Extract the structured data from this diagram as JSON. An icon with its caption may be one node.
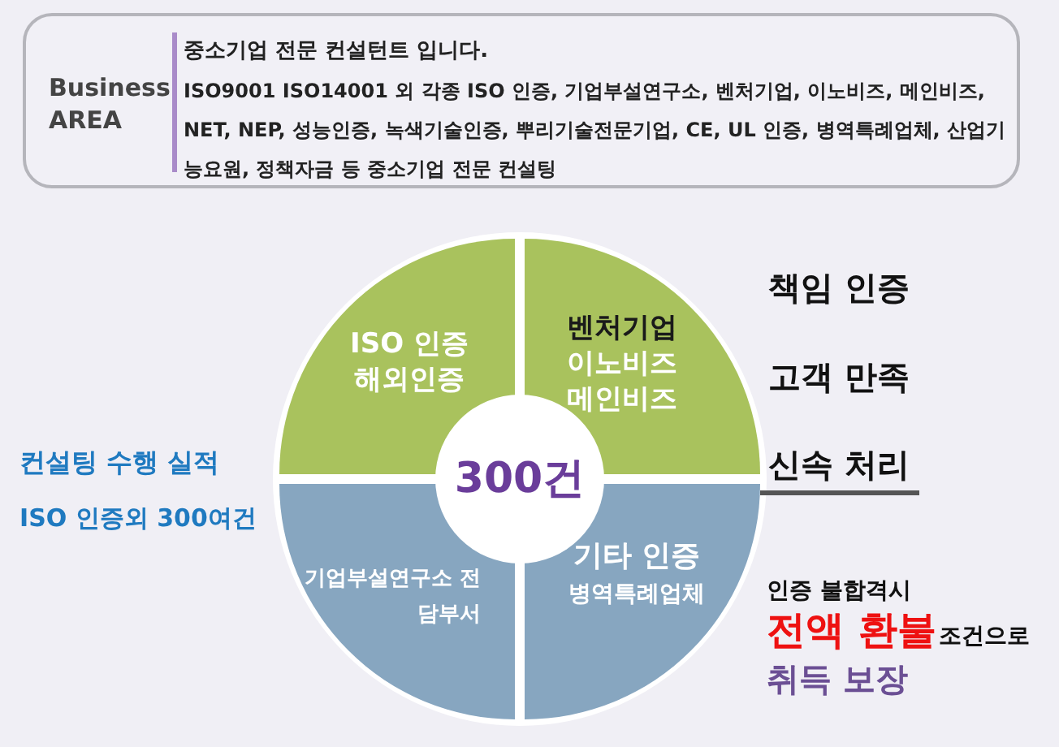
{
  "diagram": {
    "nodes": [
      {
        "text": [
          "Business AREA",
          "중소기업 전문 컨설턴트 입니다.",
          "ISO9001 ISO14001 외 각종 ISO 인증, 기업부설연구소, 벤처기업, 이노비즈, 메인비즈, NET, NEP, 성능인증, 녹색기술인증, 뿌리기술전문기업, CE, UL 인증, 병역특례업체, 산업기능요원, 정책자금 등 중소기업 전문 컨설팅"
        ]
      },
      {
        "text": [],
        "shape": "circle"
      },
      {
        "text": [
          "ISO 인증 해외인증"
        ],
        "in": 1
      },
      {
        "text": [
          "벤처기업",
          "이노비즈 메인비즈"
        ],
        "in": 1
      },
      {
        "text": [
          "기업부설연구소 전담부서"
        ],
        "in": 1
      },
      {
        "text": [
          "기타 인증",
          "병역특례업체"
        ],
        "in": 1
      },
      {
        "text": [
          "300건"
        ],
        "in": 1
      }
    ],
    "edges": [],
    "labels": [
      "컨설팅 수행 실적",
      "ISO 인증외 300여건",
      "책임 인증",
      "고객 만족",
      "신속 처리",
      "인증 불합격시",
      "전액 환불",
      "조건으로",
      "취득 보장"
    ]
  }
}
